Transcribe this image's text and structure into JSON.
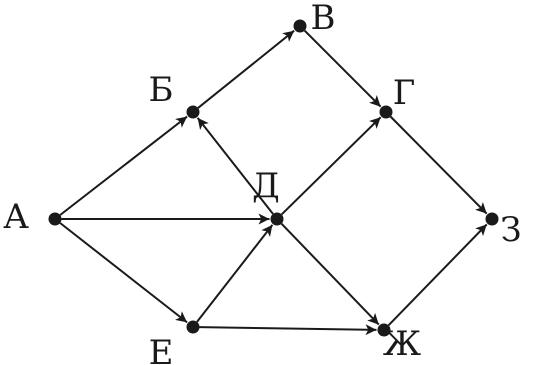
{
  "graph": {
    "nodes": [
      {
        "id": "A",
        "label": "А"
      },
      {
        "id": "B",
        "label": "Б"
      },
      {
        "id": "V",
        "label": "В"
      },
      {
        "id": "G",
        "label": "Г"
      },
      {
        "id": "D",
        "label": "Д"
      },
      {
        "id": "E",
        "label": "Е"
      },
      {
        "id": "Zh",
        "label": "Ж"
      },
      {
        "id": "Z",
        "label": "З"
      }
    ],
    "edges": [
      {
        "from": "A",
        "to": "B"
      },
      {
        "from": "A",
        "to": "D"
      },
      {
        "from": "A",
        "to": "E"
      },
      {
        "from": "B",
        "to": "V"
      },
      {
        "from": "V",
        "to": "G"
      },
      {
        "from": "D",
        "to": "B"
      },
      {
        "from": "D",
        "to": "G"
      },
      {
        "from": "D",
        "to": "Zh"
      },
      {
        "from": "E",
        "to": "D"
      },
      {
        "from": "E",
        "to": "Zh"
      },
      {
        "from": "G",
        "to": "Z"
      },
      {
        "from": "Zh",
        "to": "Z"
      }
    ],
    "colors": {
      "ink": "#1a1a1a",
      "background": "#ffffff"
    }
  }
}
